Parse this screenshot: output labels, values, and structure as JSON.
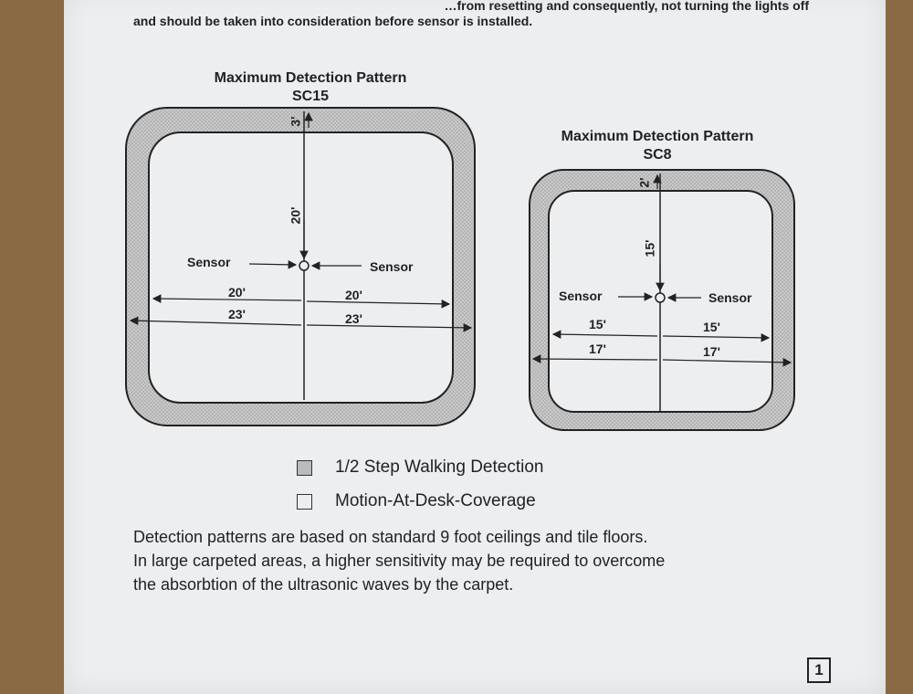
{
  "header": {
    "line1": "…from resetting and consequently, not turning the lights off",
    "line2": "and should be taken into consideration before sensor is installed."
  },
  "sc15": {
    "title": "Maximum Detection Pattern",
    "model": "SC15",
    "top_dim": "3'",
    "vertical_dim": "20'",
    "sensor_left": "Sensor",
    "sensor_right": "Sensor",
    "inner_left": "20'",
    "inner_right": "20'",
    "outer_left": "23'",
    "outer_right": "23'"
  },
  "sc8": {
    "title": "Maximum Detection Pattern",
    "model": "SC8",
    "top_dim": "2'",
    "vertical_dim": "15'",
    "sensor_left": "Sensor",
    "sensor_right": "Sensor",
    "inner_left": "15'",
    "inner_right": "15'",
    "outer_left": "17'",
    "outer_right": "17'"
  },
  "legend": [
    {
      "label": "1/2 Step Walking Detection",
      "style": "shaded"
    },
    {
      "label": "Motion-At-Desk-Coverage",
      "style": "clear"
    }
  ],
  "paragraph": {
    "line1": "Detection patterns are based on standard 9 foot ceilings and tile floors.",
    "line2": "In large carpeted areas, a higher sensitivity may be required to overcome",
    "line3": "the absorbtion of the ultrasonic waves by the carpet."
  },
  "page_number": "1",
  "colors": {
    "paper": "#eceef0",
    "ink": "#222222",
    "shade": "#b8b8b8",
    "background": "#8a6a45"
  }
}
